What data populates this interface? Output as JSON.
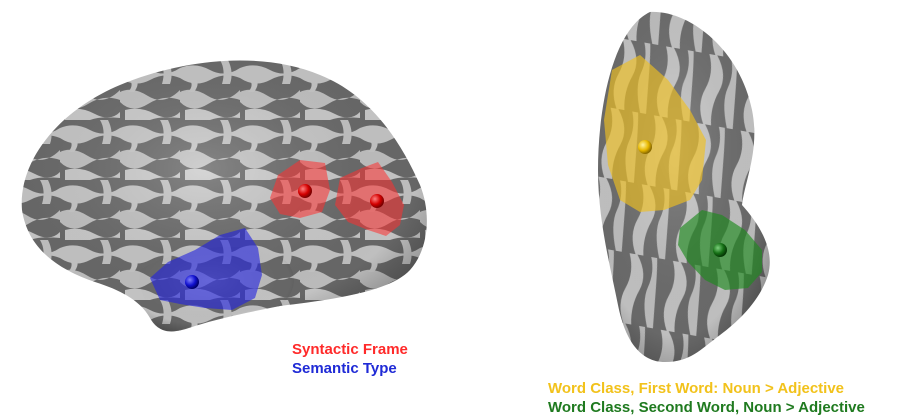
{
  "figure": {
    "views": [
      {
        "name": "lateral-left-hemisphere"
      },
      {
        "name": "ventral-view"
      }
    ],
    "rois": [
      {
        "id": "syntactic-frame-posterior",
        "label_ref": "legend.syntactic_frame",
        "color": "#e8383f"
      },
      {
        "id": "syntactic-frame-anterior",
        "label_ref": "legend.syntactic_frame",
        "color": "#e8383f"
      },
      {
        "id": "semantic-type",
        "label_ref": "legend.semantic_type",
        "color": "#3333dd"
      },
      {
        "id": "word-class-first",
        "label_ref": "legend.word_class_first",
        "color": "#e8c22f"
      },
      {
        "id": "word-class-second",
        "label_ref": "legend.word_class_second",
        "color": "#2e8b2e"
      }
    ],
    "surface_colors": {
      "sulci": "#6b6b6b",
      "gyri": "#c8c8c8"
    }
  },
  "legend": {
    "syntactic_frame": "Syntactic Frame",
    "semantic_type": "Semantic Type",
    "word_class_first": "Word Class, First Word: Noun > Adjective",
    "word_class_second": "Word Class, Second Word, Noun > Adjective"
  },
  "legend_colors": {
    "syntactic_frame": "#ff2a2a",
    "semantic_type": "#1f2ad6",
    "word_class_first": "#f2c21b",
    "word_class_second": "#1f7a1f"
  }
}
